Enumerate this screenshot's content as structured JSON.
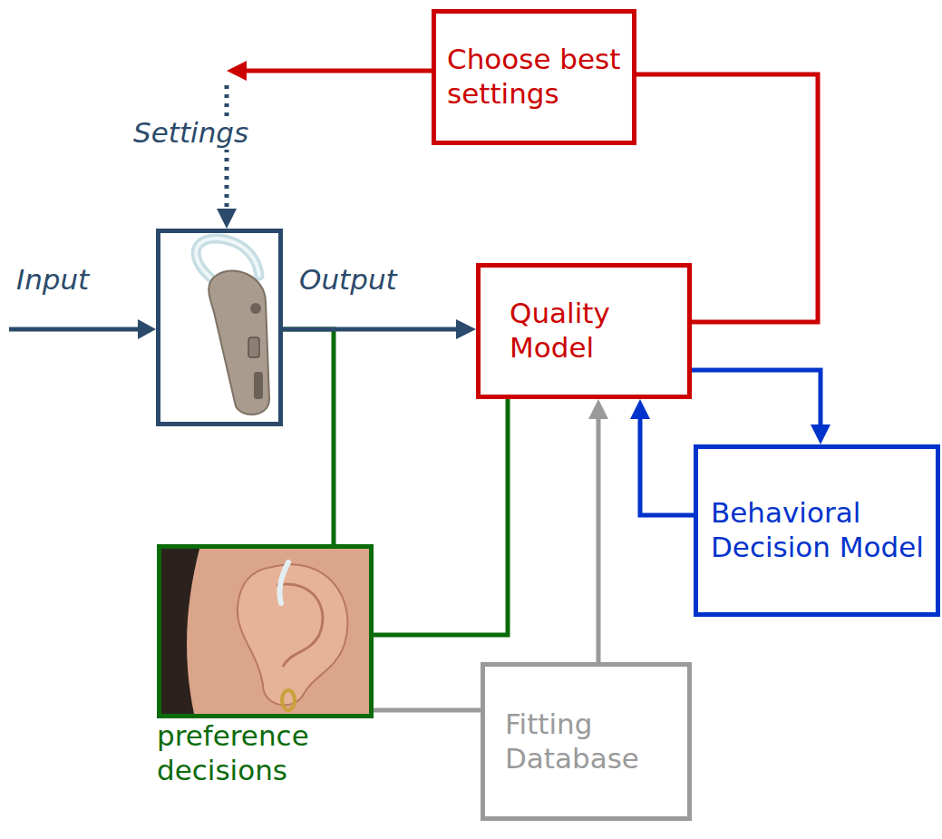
{
  "diagram": {
    "nodes": [
      {
        "text": [
          "Choose best settings"
        ]
      },
      {
        "text": []
      },
      {
        "text": [
          "Quality Model"
        ]
      },
      {
        "text": [
          "Behavioral Decision Model"
        ]
      },
      {
        "text": [
          "preference decisions"
        ]
      },
      {
        "text": [
          "Fitting Database"
        ]
      }
    ],
    "edges": [
      {
        "from": 2,
        "to": 0,
        "arrow": "none"
      },
      {
        "from": 0,
        "to": 1,
        "label": "Settings",
        "arrow": "to"
      },
      {
        "from": 1,
        "to": 2,
        "label": "Output",
        "arrow": "to"
      },
      {
        "from": 1,
        "to": 4,
        "arrow": "none"
      },
      {
        "from": 4,
        "to": 2,
        "arrow": "none"
      },
      {
        "from": 4,
        "to": 5,
        "arrow": "none"
      },
      {
        "from": 5,
        "to": 2,
        "arrow": "to"
      },
      {
        "from": 2,
        "to": 3,
        "arrow": "to"
      },
      {
        "from": 3,
        "to": 2,
        "arrow": "to"
      }
    ],
    "labels": [
      "Input"
    ]
  }
}
